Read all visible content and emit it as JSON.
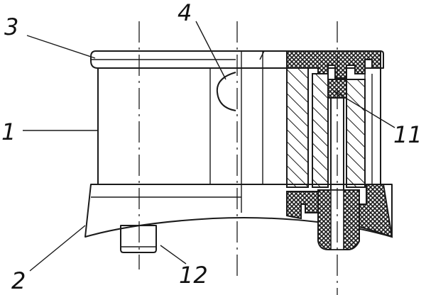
{
  "figure": {
    "callouts": [
      {
        "id": "part-3",
        "text": "3"
      },
      {
        "id": "part-4",
        "text": "4"
      },
      {
        "id": "part-1",
        "text": "1"
      },
      {
        "id": "part-11",
        "text": "11"
      },
      {
        "id": "part-2",
        "text": "2"
      },
      {
        "id": "part-12",
        "text": "12"
      }
    ],
    "colors": {
      "line": "#1a1a1a",
      "background": "#ffffff"
    }
  }
}
